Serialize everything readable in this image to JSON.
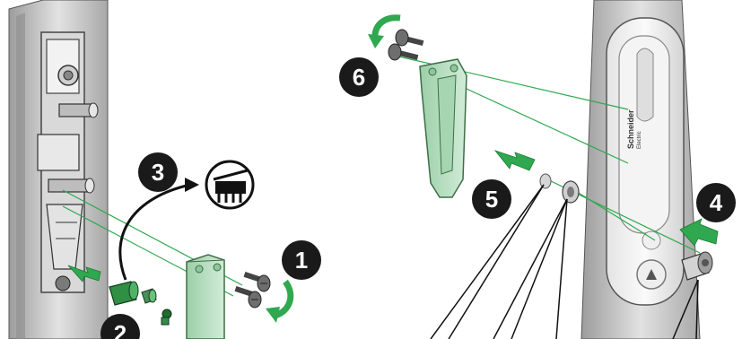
{
  "steps": [
    {
      "number": "1",
      "action": "unscrew screws"
    },
    {
      "number": "2",
      "action": "remove parts"
    },
    {
      "number": "3",
      "action": "discard"
    },
    {
      "number": "4",
      "action": "insert"
    },
    {
      "number": "5",
      "action": "insert"
    },
    {
      "number": "6",
      "action": "screw"
    }
  ],
  "branding": {
    "logo_text": "Schneider",
    "logo_sub": "Electric"
  },
  "colors": {
    "badge": "#1a1a1a",
    "green_arrow": "#2fa84f",
    "mint_part": "#b7dcc0",
    "frame_grey": "#c6c6c6",
    "dark_grey": "#5a5a5a",
    "guide_line": "#2fa84f"
  },
  "icons": {
    "recycle_symbol": "discard-bin-icon",
    "rotate_arrow": "rotate-arrow-icon",
    "push_arrow": "push-arrow-icon"
  }
}
